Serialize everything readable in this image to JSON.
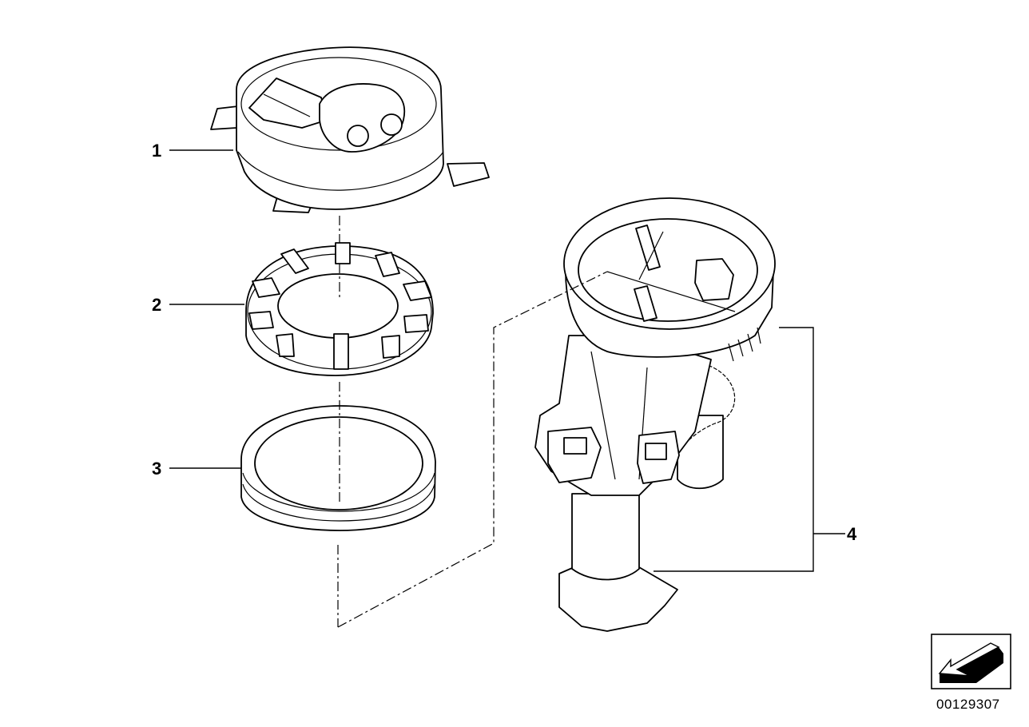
{
  "diagram": {
    "callouts": [
      {
        "id": "1"
      },
      {
        "id": "2"
      },
      {
        "id": "3"
      },
      {
        "id": "4"
      }
    ],
    "parts": [
      {
        "callout": "1",
        "icon": "cover-cap-icon"
      },
      {
        "callout": "2",
        "icon": "locking-ring-icon"
      },
      {
        "callout": "3",
        "icon": "seal-ring-icon"
      },
      {
        "callout": "4",
        "icon": "fuel-pump-unit-icon"
      }
    ],
    "reference_number": "00129307",
    "direction_icon": "arrow-down-left-icon"
  }
}
